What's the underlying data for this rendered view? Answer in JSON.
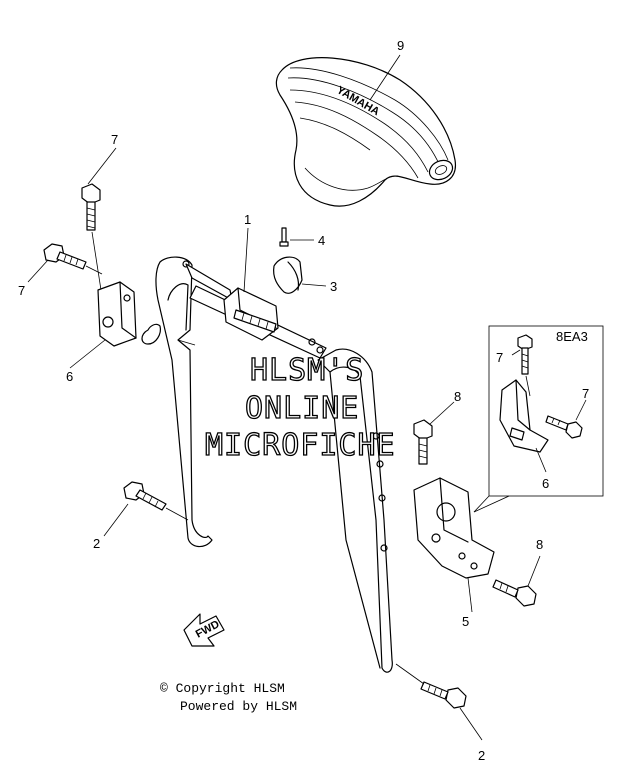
{
  "callouts": {
    "c9": "9",
    "c7a": "7",
    "c7b": "7",
    "c1": "1",
    "c4": "4",
    "c3": "3",
    "c6a": "6",
    "c8a": "8",
    "c2a": "2",
    "c5": "5",
    "c8b": "8",
    "c2b": "2",
    "c7c": "7",
    "c7d": "7",
    "c6b": "6"
  },
  "inset": {
    "label": "8EA3"
  },
  "watermark": {
    "line1": "HLSM'S",
    "line2": "ONLINE",
    "line3": "MICROFICHE"
  },
  "seat_brand": "YAMAHA",
  "fwd_label": "FWD",
  "footer": {
    "copyright": "© Copyright HLSM",
    "powered": "Powered by HLSM"
  }
}
